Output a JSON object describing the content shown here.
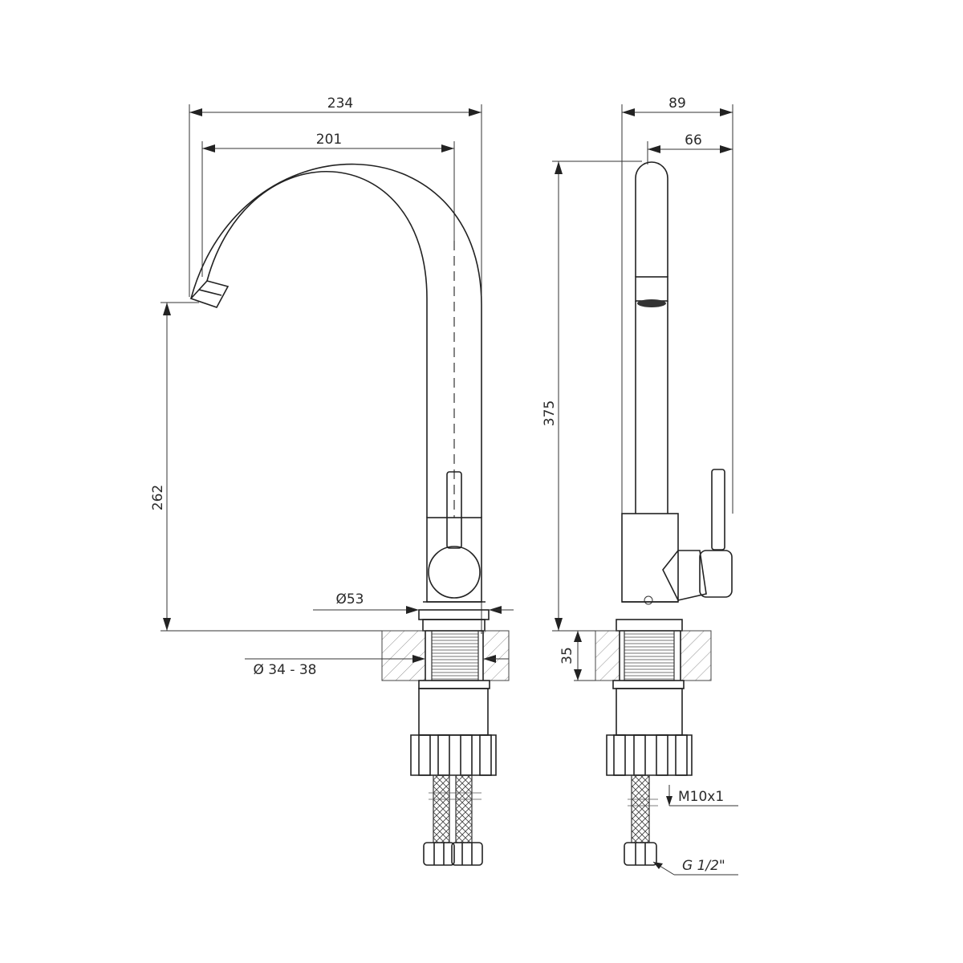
{
  "dimensions": {
    "front_width_total": "234",
    "front_spout_reach": "201",
    "front_outlet_height": "262",
    "front_base_diameter": "Ø53",
    "front_hole_diameter": "Ø 34 - 38",
    "side_width_total": "89",
    "side_width_spout": "66",
    "side_height_total": "375",
    "side_deck_thickness": "35",
    "side_thread_stud": "M10x1",
    "side_hose_thread": "G 1/2\""
  }
}
